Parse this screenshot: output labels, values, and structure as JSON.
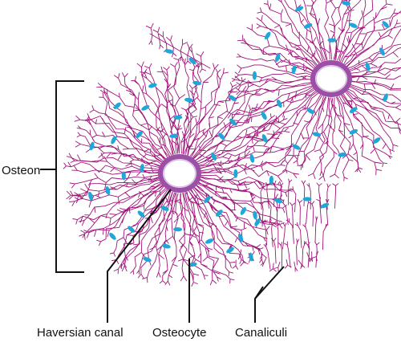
{
  "labels": {
    "osteon": "Osteon",
    "haversian_canal": "Haversian canal",
    "osteocyte": "Osteocyte",
    "canaliculi": "Canaliculi"
  },
  "colors": {
    "canaliculi": "#a0147a",
    "canal_ring": "#9c4fa6",
    "canal_ring_inner": "#d6bde0",
    "osteocyte": "#1fa7d9",
    "line": "#111111"
  }
}
